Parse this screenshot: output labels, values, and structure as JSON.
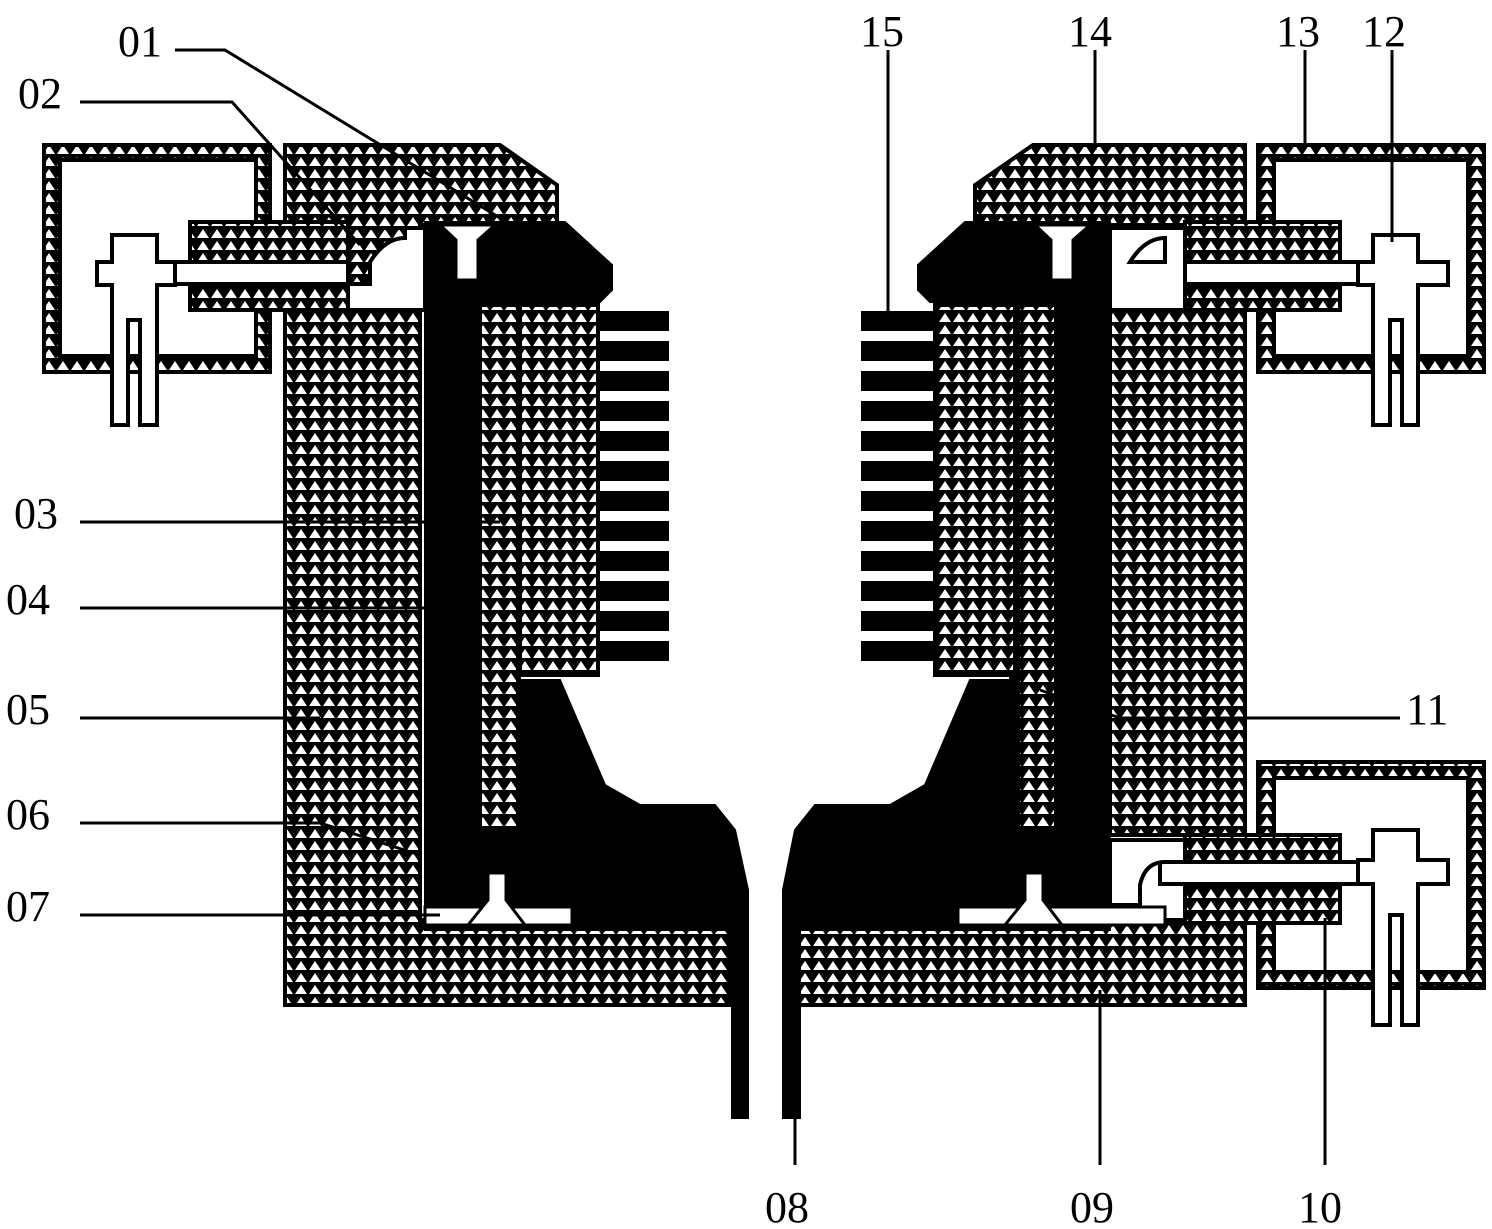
{
  "labels": {
    "l01": "01",
    "l02": "02",
    "l03": "03",
    "l04": "04",
    "l05": "05",
    "l06": "06",
    "l07": "07",
    "l08": "08",
    "l09": "09",
    "l10": "10",
    "l11": "11",
    "l12": "12",
    "l13": "13",
    "l14": "14",
    "l15": "15"
  },
  "colors": {
    "ink": "#000000",
    "paper": "#ffffff"
  }
}
